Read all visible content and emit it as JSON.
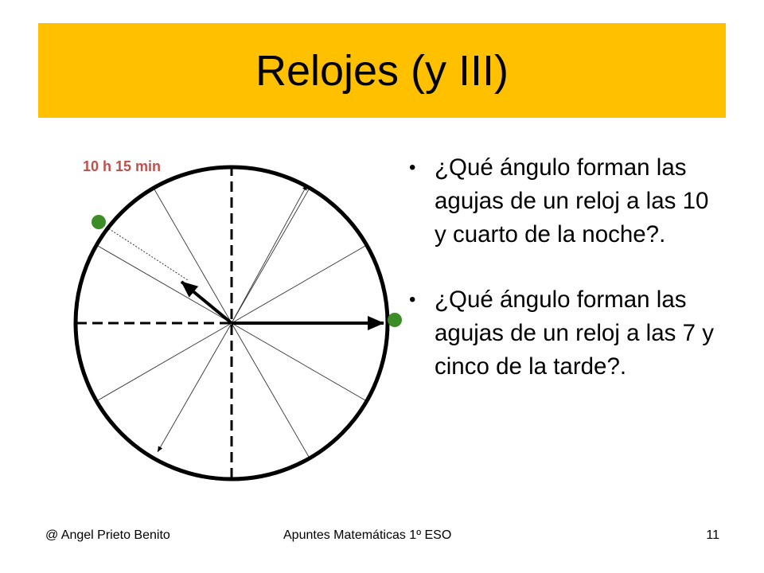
{
  "slide": {
    "title": "Relojes (y III)",
    "title_bar_color": "#FFC000"
  },
  "diagram": {
    "time_label": "10 h 15 min",
    "time_label_color": "#C0504D",
    "marker_color": "#3C8C28"
  },
  "bullets": [
    {
      "text": "¿Qué ángulo forman las agujas de un reloj a las 10 y cuarto de la noche?."
    },
    {
      "text": "¿Qué ángulo forman las agujas de un reloj a las 7 y cinco de la tarde?."
    }
  ],
  "footer": {
    "author": "@  Angel Prieto Benito",
    "course": "Apuntes Matemáticas 1º ESO",
    "page": "11"
  }
}
